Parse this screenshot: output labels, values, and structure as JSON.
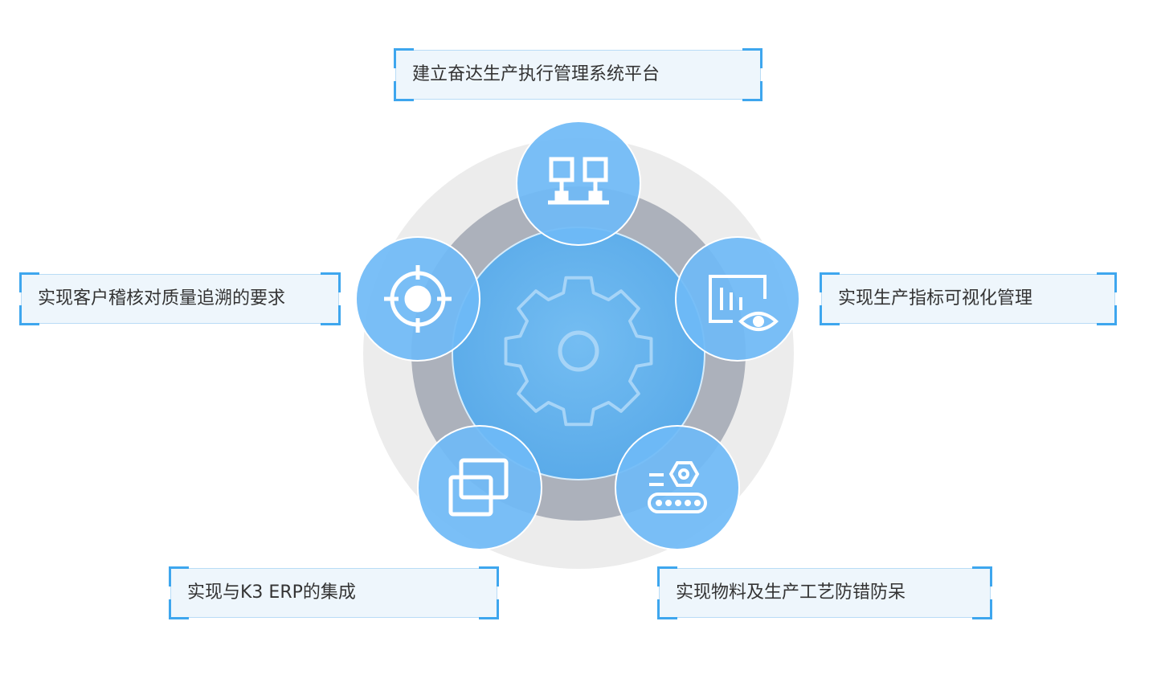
{
  "labels": {
    "top": "建立奋达生产执行管理系统平台",
    "left": "实现客户稽核对质量追溯的要求",
    "right": "实现生产指标可视化管理",
    "bottom_left": "实现与K3 ERP的集成",
    "bottom_right": "实现物料及生产工艺防错防呆"
  },
  "nodes": [
    {
      "icon": "network-icon",
      "label_key": "top"
    },
    {
      "icon": "eye-chart-icon",
      "label_key": "right"
    },
    {
      "icon": "conveyor-nut-icon",
      "label_key": "bottom_right"
    },
    {
      "icon": "overlap-squares-icon",
      "label_key": "bottom_left"
    },
    {
      "icon": "target-icon",
      "label_key": "left"
    }
  ],
  "center_icon": "gear-icon",
  "colors": {
    "outer_ring": "#ececec",
    "middle_ring": "#aeb2bb",
    "core": "#5fb0ec",
    "node": "#6db9f6",
    "accent": "#3ea6ee",
    "box_bg": "#eef6fc"
  }
}
